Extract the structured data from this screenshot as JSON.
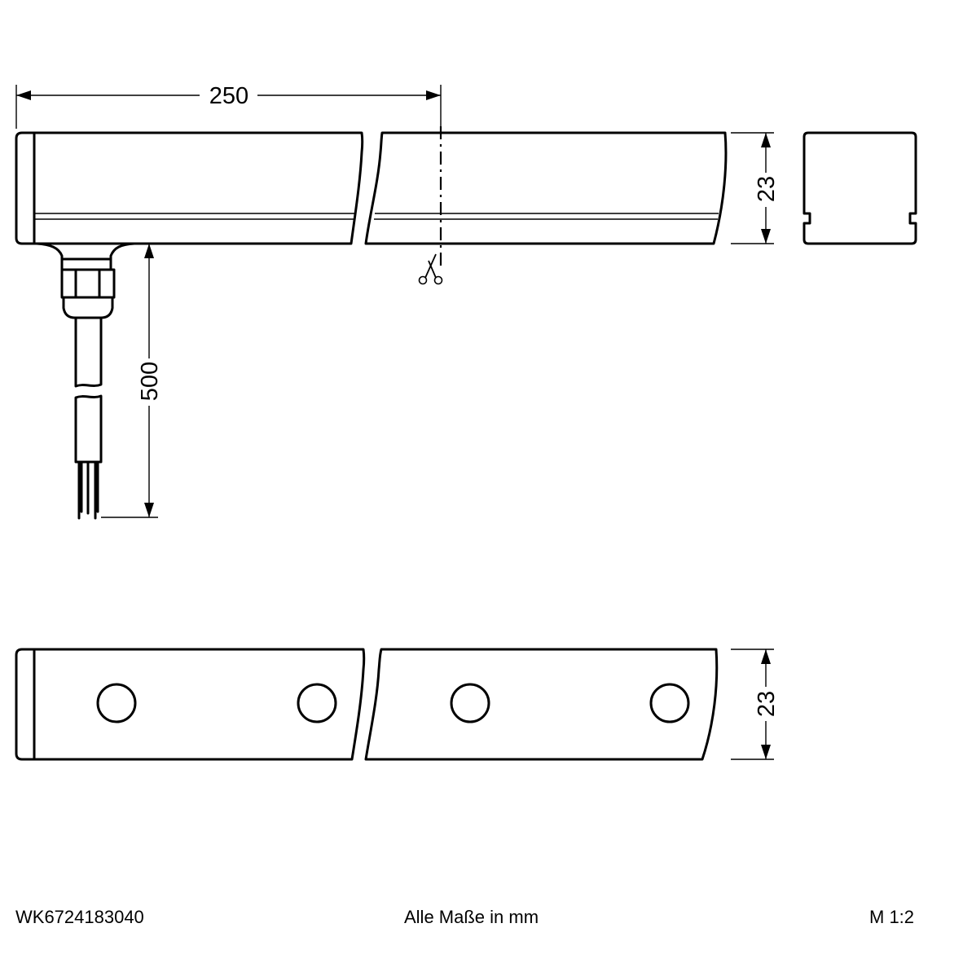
{
  "dimensions": {
    "length": "250",
    "height_side": "23",
    "cable_length": "500",
    "height_bottom": "23"
  },
  "footer": {
    "article_number": "WK6724183040",
    "units_note": "Alle Maße in mm",
    "scale": "M 1:2"
  },
  "icons": {
    "cut_mark": "scissors-icon"
  }
}
